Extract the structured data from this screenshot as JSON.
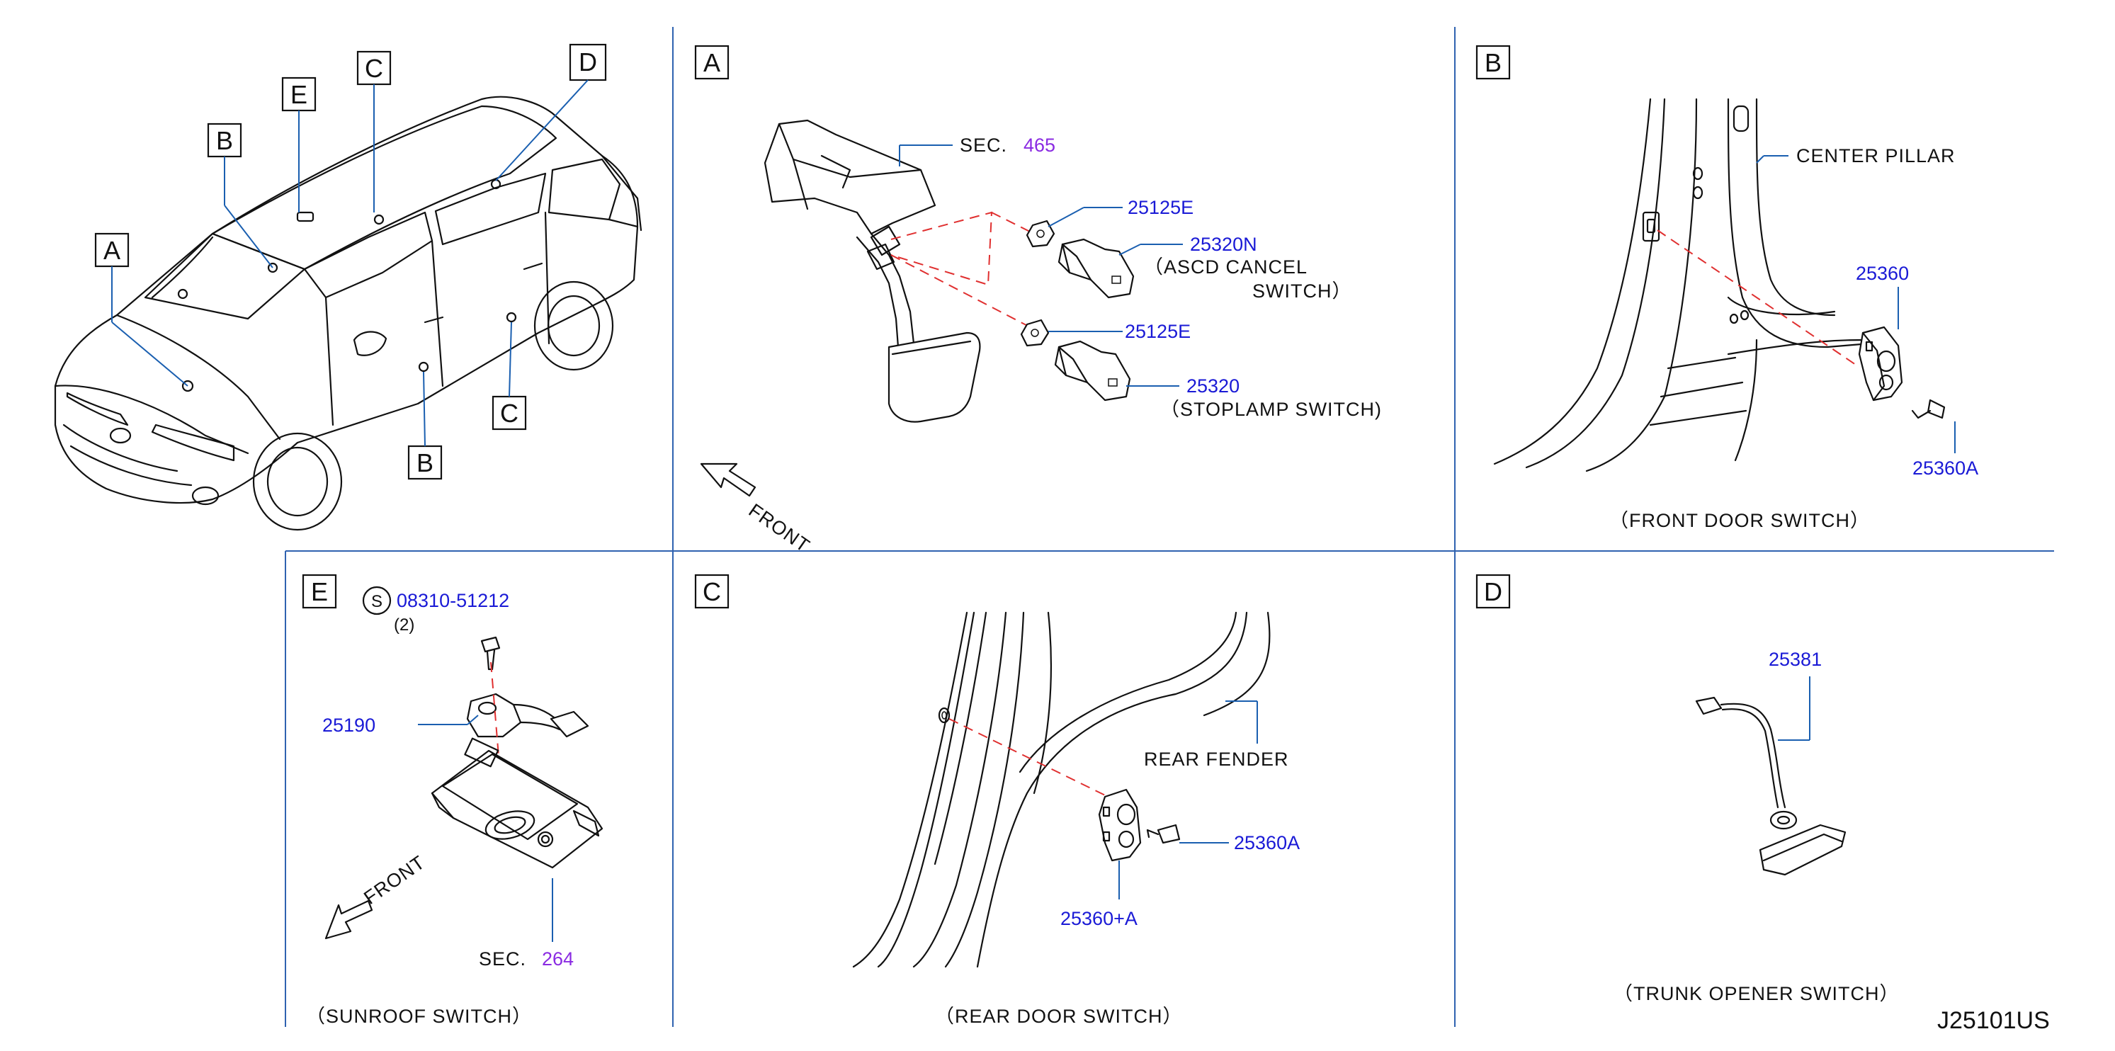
{
  "drawing_id": "J25101US",
  "car_view": {
    "callouts": [
      "A",
      "B",
      "C",
      "D",
      "E",
      "B",
      "C"
    ]
  },
  "panel_a": {
    "letter": "A",
    "sec_prefix": "SEC.",
    "sec_number": "465",
    "parts": {
      "p1": "25125E",
      "p2": "25320N",
      "p2_desc_1": "（ASCD   CANCEL",
      "p2_desc_2": "SWITCH）",
      "p3": "25125E",
      "p4": "25320",
      "p4_desc": "（STOPLAMP   SWITCH)"
    },
    "front_label": "FRONT"
  },
  "panel_b": {
    "letter": "B",
    "center_pillar": "CENTER   PILLAR",
    "p1": "25360",
    "p2": "25360A",
    "caption": "（FRONT   DOOR   SWITCH）"
  },
  "panel_e": {
    "letter": "E",
    "screw_symbol": "S",
    "screw_part": "08310-51212",
    "screw_qty": "(2)",
    "p1": "25190",
    "front_label": "FRONT",
    "sec_prefix": "SEC.",
    "sec_number": "264",
    "caption": "（SUNROOF   SWITCH）"
  },
  "panel_c": {
    "letter": "C",
    "rear_fender": "REAR   FENDER",
    "p1": "25360A",
    "p2": "25360+A",
    "caption": "（REAR   DOOR   SWITCH）"
  },
  "panel_d": {
    "letter": "D",
    "p1": "25381",
    "caption": "（TRUNK   OPENER   SWITCH）"
  },
  "colors": {
    "part_number": "#1a1ad6",
    "section_ref": "#8a2be2",
    "leader": "#1a5fb0",
    "dashed_guide": "#e03030",
    "panel_divider": "#2f62b0"
  }
}
